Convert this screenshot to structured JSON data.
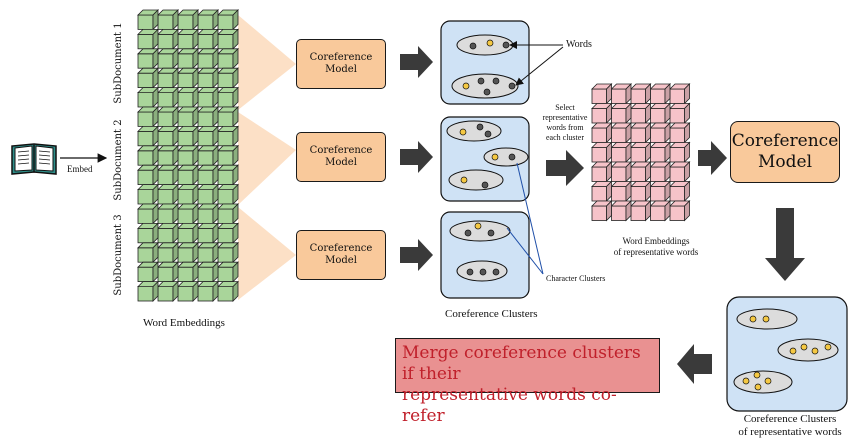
{
  "labels": {
    "embed": "Embed",
    "subdoc1": "SubDocument 1",
    "subdoc2": "SubDocument 2",
    "subdoc3": "SubDocument 3",
    "word_embeddings": "Word Embeddings",
    "coref_model_small": [
      "Coreference",
      "Model"
    ],
    "coref_model_big": [
      "Coreference",
      "Model"
    ],
    "words": "Words",
    "coreference_clusters": "Coreference Clusters",
    "select_text": [
      "Select",
      "representative",
      "words from",
      "each cluster"
    ],
    "character_clusters": "Character Clusters",
    "word_emb_rep": [
      "Word Embeddings",
      "of representative words"
    ],
    "coref_clusters_rep": [
      "Coreference Clusters",
      "of representative words"
    ],
    "merge": [
      "Merge coreference clusters if their",
      "representative words co-refer"
    ]
  },
  "colors": {
    "green_cube": "#a9d59a",
    "pink_cube": "#f6c3c9",
    "orange_box": "#f9c99b",
    "cluster_panel": "#cfe2f5",
    "ellipse": "#dcdcdc",
    "dot_yellow": "#f5c842",
    "dot_grey": "#555555",
    "arrow": "#3a3a3a",
    "merge_bg": "#e99191",
    "merge_text": "#c0202b",
    "line_blue": "#1f4fa8",
    "fan": "#fce0c6"
  },
  "icons": [
    "book-icon"
  ]
}
